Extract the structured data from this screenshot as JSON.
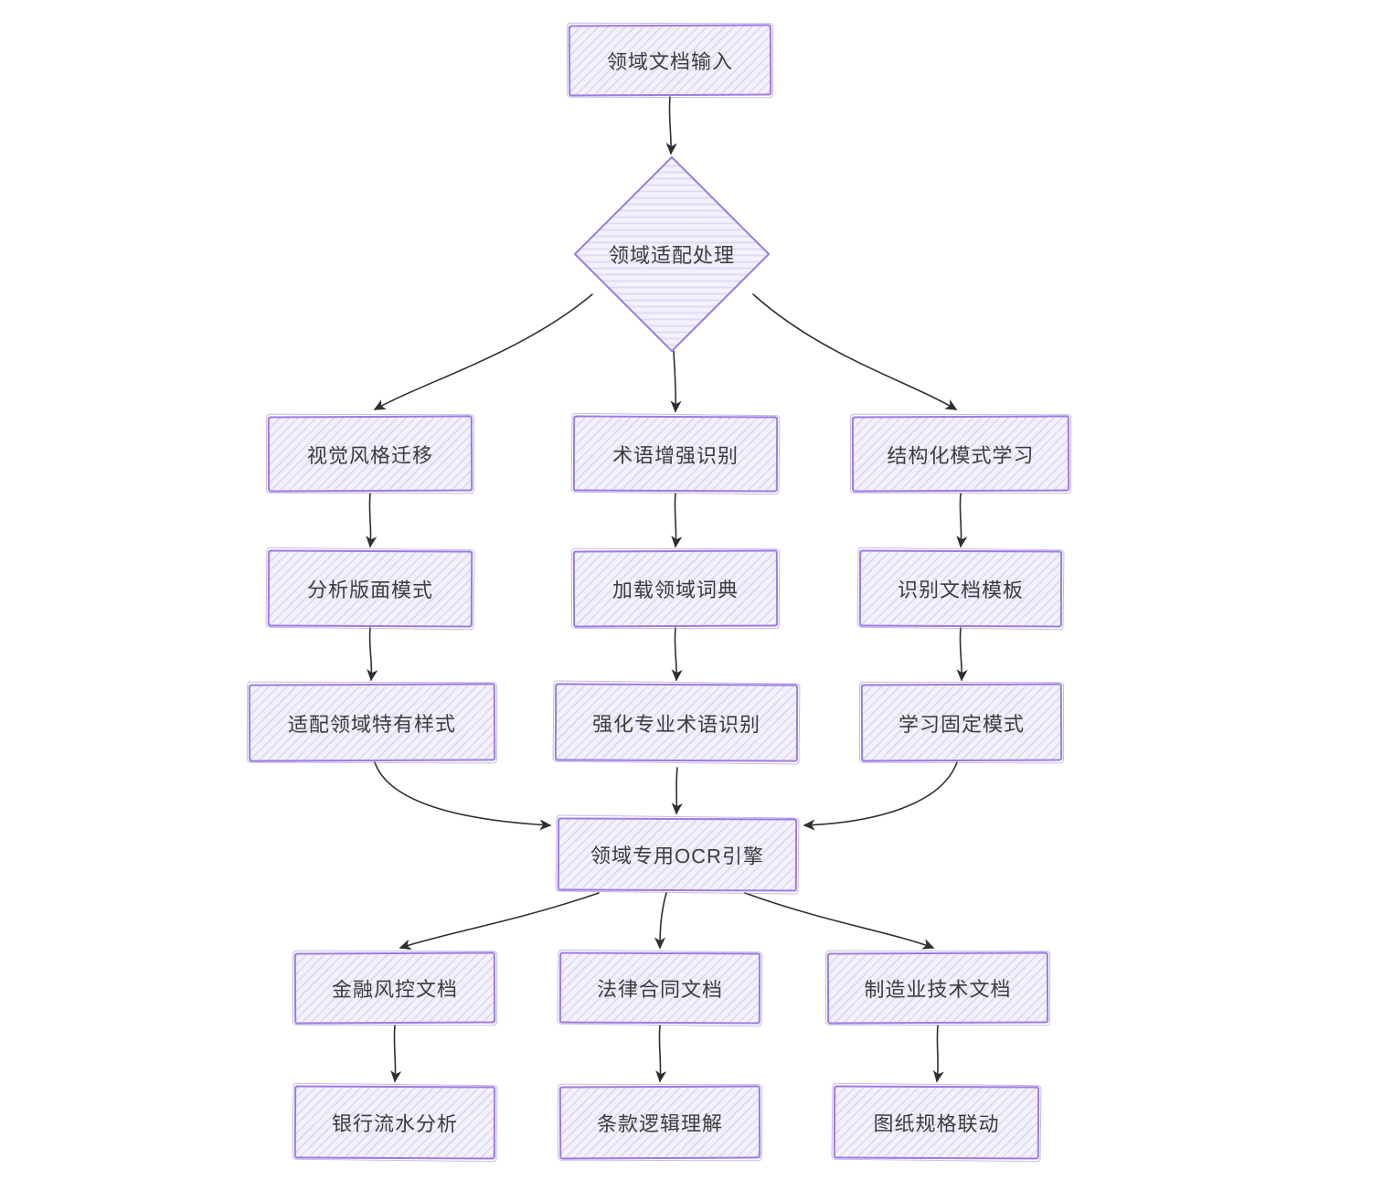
{
  "diagram": {
    "type": "flowchart",
    "style": "hand-drawn",
    "colors": {
      "node_border": "#9b7ce0",
      "node_fill": "#f3f1fc",
      "hatch": "#cabdf0",
      "text": "#3c3c3c",
      "arrow": "#2f2f2f",
      "background": "#ffffff"
    }
  },
  "nodes": [
    {
      "id": "input",
      "shape": "rectangle",
      "label": "领域文档输入"
    },
    {
      "id": "adapt",
      "shape": "diamond",
      "label": "领域适配处理"
    },
    {
      "id": "visual",
      "shape": "rectangle",
      "label": "视觉风格迁移"
    },
    {
      "id": "term",
      "shape": "rectangle",
      "label": "术语增强识别"
    },
    {
      "id": "struct",
      "shape": "rectangle",
      "label": "结构化模式学习"
    },
    {
      "id": "layout",
      "shape": "rectangle",
      "label": "分析版面模式"
    },
    {
      "id": "dict",
      "shape": "rectangle",
      "label": "加载领域词典"
    },
    {
      "id": "template",
      "shape": "rectangle",
      "label": "识别文档模板"
    },
    {
      "id": "style",
      "shape": "rectangle",
      "label": "适配领域特有样式"
    },
    {
      "id": "strengthen",
      "shape": "rectangle",
      "label": "强化专业术语识别"
    },
    {
      "id": "fixed",
      "shape": "rectangle",
      "label": "学习固定模式"
    },
    {
      "id": "ocr",
      "shape": "rectangle",
      "label": "领域专用OCR引擎"
    },
    {
      "id": "finance",
      "shape": "rectangle",
      "label": "金融风控文档"
    },
    {
      "id": "legal",
      "shape": "rectangle",
      "label": "法律合同文档"
    },
    {
      "id": "manufacture",
      "shape": "rectangle",
      "label": "制造业技术文档"
    },
    {
      "id": "bank",
      "shape": "rectangle",
      "label": "银行流水分析"
    },
    {
      "id": "clause",
      "shape": "rectangle",
      "label": "条款逻辑理解"
    },
    {
      "id": "drawing",
      "shape": "rectangle",
      "label": "图纸规格联动"
    }
  ],
  "edges": [
    {
      "from": "input",
      "to": "adapt"
    },
    {
      "from": "adapt",
      "to": "visual"
    },
    {
      "from": "adapt",
      "to": "term"
    },
    {
      "from": "adapt",
      "to": "struct"
    },
    {
      "from": "visual",
      "to": "layout"
    },
    {
      "from": "term",
      "to": "dict"
    },
    {
      "from": "struct",
      "to": "template"
    },
    {
      "from": "layout",
      "to": "style"
    },
    {
      "from": "dict",
      "to": "strengthen"
    },
    {
      "from": "template",
      "to": "fixed"
    },
    {
      "from": "style",
      "to": "ocr"
    },
    {
      "from": "strengthen",
      "to": "ocr"
    },
    {
      "from": "fixed",
      "to": "ocr"
    },
    {
      "from": "ocr",
      "to": "finance"
    },
    {
      "from": "ocr",
      "to": "legal"
    },
    {
      "from": "ocr",
      "to": "manufacture"
    },
    {
      "from": "finance",
      "to": "bank"
    },
    {
      "from": "legal",
      "to": "clause"
    },
    {
      "from": "manufacture",
      "to": "drawing"
    }
  ]
}
